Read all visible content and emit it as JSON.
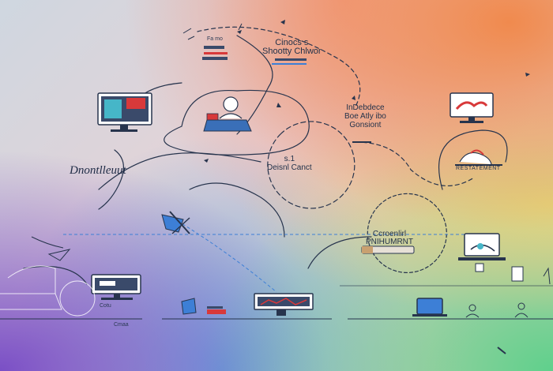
{
  "diagram": {
    "labels": {
      "top_small": "Fa mo",
      "choices_line1": "Cinocs s",
      "choices_line2": "Shootty  Chlwor",
      "indecision_line1": "InDebdece",
      "indecision_line2": "Boe Atly ibo",
      "indecision_line3": "Gonsiont",
      "dont_know": "Dnontlleuut",
      "decisional_line1": "s.1",
      "decisional_line2": "Deisnl Canct",
      "consequent_line1": "Ccroenlirl",
      "consequent_line2": "PNIHUMRNT",
      "restatement": "RESTATEMENT",
      "left_monitor_caption": "Cotu",
      "bottom_caption": "Cmaa"
    },
    "colors": {
      "ink": "#23324a",
      "accent_blue": "#3d7fd6",
      "accent_red": "#d8393a",
      "accent_teal": "#46b6c8"
    },
    "icons": [
      "monitor-icon",
      "desk-figure-icon",
      "puzzle-icon",
      "hand-icon",
      "laptop-icon",
      "book-icon",
      "signpost-icon",
      "pen-icon"
    ]
  }
}
